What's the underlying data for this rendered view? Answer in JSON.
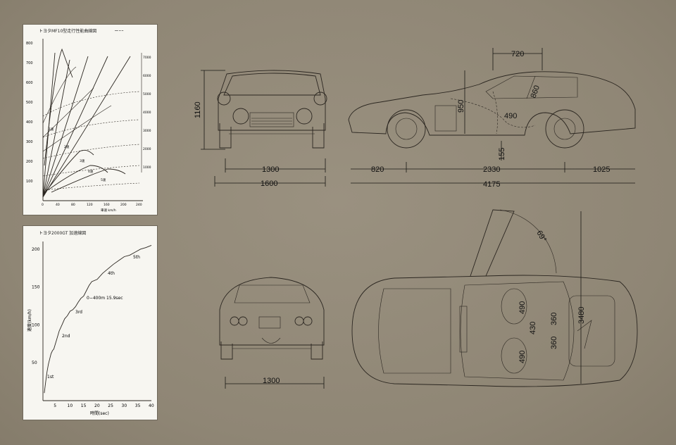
{
  "chart_top": {
    "title": "トヨタMF10型走行性能曲線図",
    "y_ticks_left": [
      "800",
      "700",
      "600",
      "500",
      "400",
      "300",
      "200",
      "100"
    ],
    "y_ticks_right": [
      "7000",
      "6000",
      "5000",
      "4000",
      "3000",
      "2000",
      "1000"
    ],
    "x_ticks": [
      "0",
      "40",
      "80",
      "120",
      "160",
      "200",
      "240"
    ],
    "gear_labels": [
      "1速",
      "2速",
      "3速",
      "4速",
      "5速"
    ],
    "xlabel": "車速 km/h"
  },
  "chart_data": {
    "type": "line",
    "title": "トヨタ2000GT 加速線図",
    "xlabel": "時間(sec)",
    "ylabel": "速度(km/h)",
    "xlim": [
      0,
      40
    ],
    "ylim": [
      0,
      210
    ],
    "x_ticks": [
      "5",
      "10",
      "15",
      "20",
      "25",
      "30",
      "35",
      "40"
    ],
    "y_ticks": [
      "50",
      "100",
      "150",
      "200"
    ],
    "series": [
      {
        "x": [
          0.5,
          1,
          1.5,
          2,
          2.5,
          3,
          3.5,
          4,
          5,
          6,
          7,
          8,
          9,
          10,
          11,
          12,
          13,
          14,
          15,
          16,
          17,
          18,
          20,
          22,
          24,
          26,
          28,
          30,
          32,
          34,
          36,
          38,
          40
        ],
        "y": [
          10,
          25,
          38,
          48,
          55,
          62,
          66,
          68,
          80,
          92,
          100,
          108,
          112,
          118,
          120,
          124,
          130,
          135,
          138,
          145,
          152,
          157,
          160,
          168,
          174,
          180,
          185,
          190,
          192,
          196,
          200,
          202,
          205
        ]
      }
    ],
    "annotations": [
      "1st",
      "2nd",
      "3rd",
      "4th",
      "5th",
      "0−400m 15.9sec"
    ]
  },
  "dimensions": {
    "front_height": "1160",
    "front_track": "1300",
    "overall_width": "1600",
    "roof_len": "720",
    "seat_diag": "860",
    "body_height": "950",
    "seat_depth": "490",
    "ground_clear": "155",
    "front_overhang": "820",
    "wheelbase": "2330",
    "rear_overhang": "1025",
    "overall_length": "4175",
    "door_angle": "69°",
    "door_open_h": "3480",
    "rear_track": "1300",
    "seat_w1": "490",
    "seat_w2": "360",
    "seat_w3": "430",
    "seat_w4": "360",
    "seat_w5": "490"
  }
}
